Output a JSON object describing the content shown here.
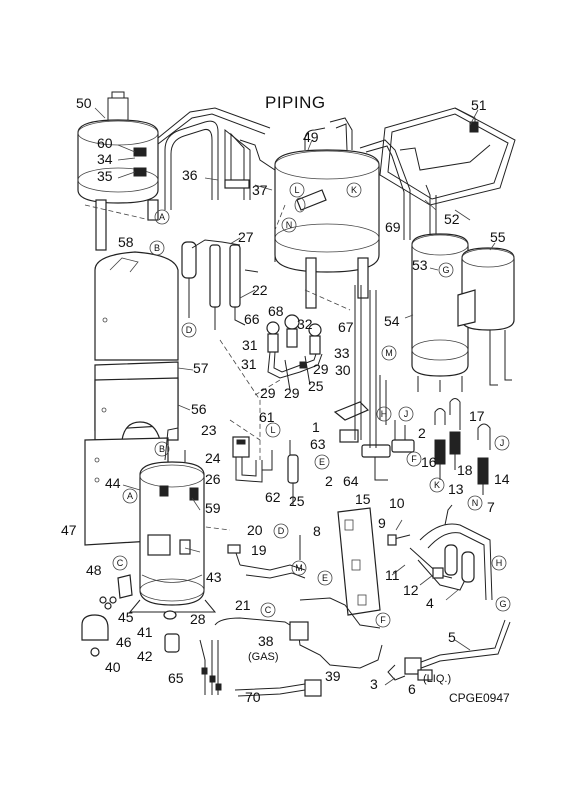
{
  "title": "PIPING",
  "drawing_code": "CPGE0947",
  "gas_label": "(GAS)",
  "liq_label": "(LIQ.)",
  "part_numbers": [
    "50",
    "60",
    "34",
    "35",
    "36",
    "37",
    "49",
    "51",
    "52",
    "53",
    "55",
    "69",
    "27",
    "22",
    "58",
    "57",
    "56",
    "54",
    "68",
    "66",
    "32",
    "67",
    "31",
    "33",
    "30",
    "29",
    "25",
    "61",
    "23",
    "24",
    "26",
    "62",
    "1",
    "2",
    "63",
    "64",
    "15",
    "17",
    "16",
    "18",
    "13",
    "14",
    "7",
    "10",
    "9",
    "11",
    "12",
    "4",
    "5",
    "3",
    "6",
    "8",
    "20",
    "19",
    "21",
    "38",
    "39",
    "70",
    "65",
    "44",
    "59",
    "47",
    "48",
    "45",
    "46",
    "40",
    "41",
    "42",
    "43",
    "28"
  ],
  "connector_letters": [
    "A",
    "B",
    "C",
    "D",
    "E",
    "F",
    "G",
    "H",
    "J",
    "K",
    "L",
    "M",
    "N"
  ]
}
